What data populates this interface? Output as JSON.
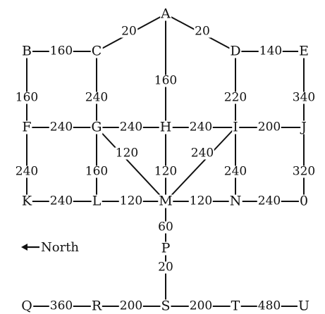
{
  "diagram": {
    "nodes": {
      "A": "A",
      "B": "B",
      "C": "C",
      "D": "D",
      "E": "E",
      "F": "F",
      "G": "G",
      "H": "H",
      "I": "I",
      "J": "J",
      "K": "K",
      "L": "L",
      "M": "M",
      "N": "N",
      "O": "0",
      "P": "P",
      "Q": "Q",
      "R": "R",
      "S": "S",
      "T": "T",
      "U": "U"
    },
    "edges": [
      {
        "from": "A",
        "to": "C",
        "label": "20"
      },
      {
        "from": "A",
        "to": "D",
        "label": "20"
      },
      {
        "from": "A",
        "to": "M",
        "label": "160"
      },
      {
        "from": "B",
        "to": "C",
        "label": "160"
      },
      {
        "from": "D",
        "to": "E",
        "label": "140"
      },
      {
        "from": "B",
        "to": "F",
        "label": "160"
      },
      {
        "from": "C",
        "to": "G",
        "label": "240"
      },
      {
        "from": "D",
        "to": "I",
        "label": "220"
      },
      {
        "from": "E",
        "to": "J",
        "label": "340"
      },
      {
        "from": "F",
        "to": "G",
        "label": "240"
      },
      {
        "from": "G",
        "to": "H",
        "label": "240"
      },
      {
        "from": "H",
        "to": "I",
        "label": "240"
      },
      {
        "from": "I",
        "to": "J",
        "label": "200"
      },
      {
        "from": "G",
        "to": "M",
        "label": "120"
      },
      {
        "from": "H",
        "to": "M",
        "label": "120"
      },
      {
        "from": "I",
        "to": "M",
        "label": "240"
      },
      {
        "from": "F",
        "to": "K",
        "label": "240"
      },
      {
        "from": "G",
        "to": "L",
        "label": "160"
      },
      {
        "from": "I",
        "to": "N",
        "label": "240"
      },
      {
        "from": "J",
        "to": "O",
        "label": "320"
      },
      {
        "from": "K",
        "to": "L",
        "label": "240"
      },
      {
        "from": "L",
        "to": "M",
        "label": "120"
      },
      {
        "from": "M",
        "to": "N",
        "label": "120"
      },
      {
        "from": "N",
        "to": "O",
        "label": "240"
      },
      {
        "from": "M",
        "to": "P",
        "label": "60"
      },
      {
        "from": "P",
        "to": "S",
        "label": "20"
      },
      {
        "from": "Q",
        "to": "R",
        "label": "360"
      },
      {
        "from": "R",
        "to": "S",
        "label": "200"
      },
      {
        "from": "S",
        "to": "T",
        "label": "200"
      },
      {
        "from": "T",
        "to": "U",
        "label": "480"
      }
    ],
    "compass": {
      "label": "North",
      "icon": "left-arrow-icon"
    },
    "colors": {
      "ink": "#111111",
      "background": "#ffffff"
    }
  }
}
